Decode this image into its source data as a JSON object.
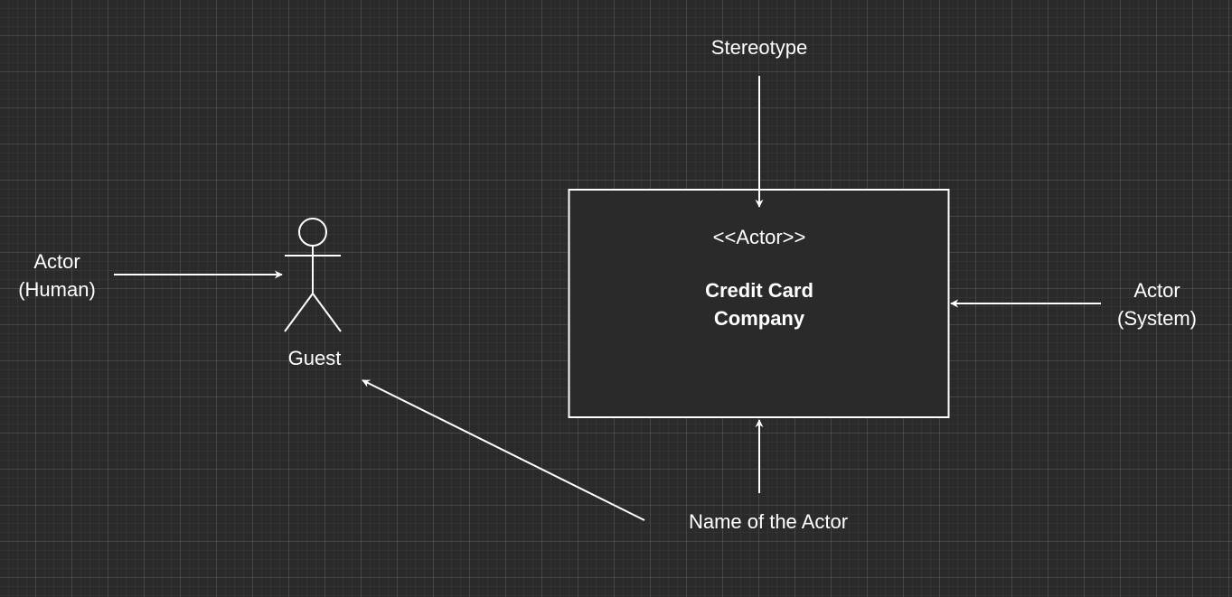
{
  "labels": {
    "stereotype": "Stereotype",
    "actor_human_line1": "Actor",
    "actor_human_line2": "(Human)",
    "actor_system_line1": "Actor",
    "actor_system_line2": "(System)",
    "name_of_actor": "Name of the Actor"
  },
  "actor": {
    "name": "Guest"
  },
  "system_actor": {
    "stereotype": "<<Actor>>",
    "name_line1": "Credit Card",
    "name_line2": "Company"
  },
  "colors": {
    "background": "#2a2a2a",
    "stroke": "#ffffff"
  }
}
